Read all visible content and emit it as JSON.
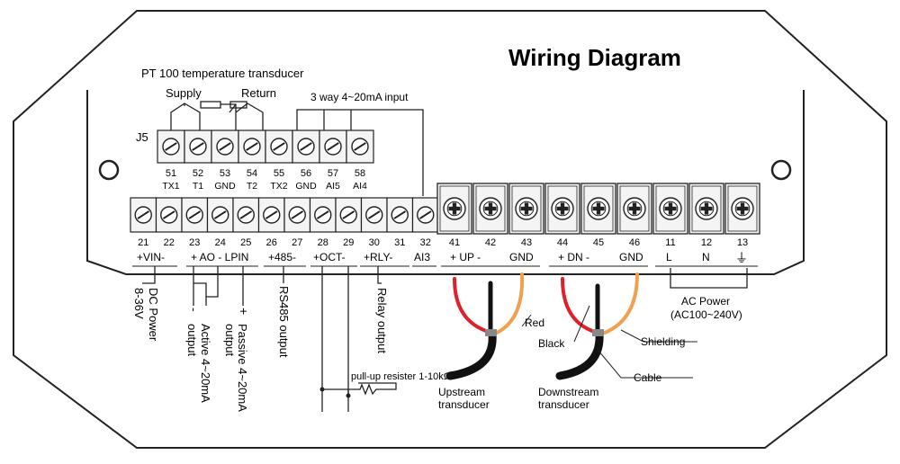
{
  "title": "Wiring Diagram",
  "header": {
    "pt100": "PT 100 temperature transducer",
    "supply": "Supply",
    "return": "Return",
    "input3": "3 way 4~20mA input",
    "j5": "J5"
  },
  "upper_terminals": [
    {
      "num": "51",
      "name": "TX1"
    },
    {
      "num": "52",
      "name": "T1"
    },
    {
      "num": "53",
      "name": "GND"
    },
    {
      "num": "54",
      "name": "T2"
    },
    {
      "num": "55",
      "name": "TX2"
    },
    {
      "num": "56",
      "name": "GND"
    },
    {
      "num": "57",
      "name": "AI5"
    },
    {
      "num": "58",
      "name": "AI4"
    }
  ],
  "lower_numbers": [
    "21",
    "22",
    "23",
    "24",
    "25",
    "26",
    "27",
    "28",
    "29",
    "30",
    "31",
    "32"
  ],
  "lower_groups": [
    "+VIN-",
    "+ AO -  LPIN",
    "+485-",
    "+OCT-",
    "+RLY-",
    "AI3"
  ],
  "right_numbers": [
    "41",
    "42",
    "43",
    "44",
    "45",
    "46",
    "11",
    "12",
    "13"
  ],
  "right_groups": [
    "+  UP  -",
    "GND",
    "+  DN  -",
    "GND",
    "L",
    "N"
  ],
  "ground_symbol": "⏚",
  "annotations": {
    "dc_power": [
      "DC Power",
      "8-36V"
    ],
    "active": [
      "Active 4~20mA",
      "output"
    ],
    "passive": [
      "Passive 4~20mA",
      "output"
    ],
    "minus": "-",
    "plus": "+",
    "rs485": "RS485 output",
    "relay": "Relay output",
    "pullup": "pull-up resister 1-10kΩ",
    "ac_power": [
      "AC Power",
      "(AC100~240V)"
    ],
    "red": "Red",
    "black": "Black",
    "shielding": "Shielding",
    "cable": "Cable",
    "upstream": [
      "Upstream",
      "transducer"
    ],
    "downstream": [
      "Downstream",
      "transducer"
    ]
  },
  "colors": {
    "wire_red": "#e0202a",
    "wire_orange": "#f0a050",
    "wire_black": "#111111",
    "terminal_fill": "#f4f4f4"
  }
}
